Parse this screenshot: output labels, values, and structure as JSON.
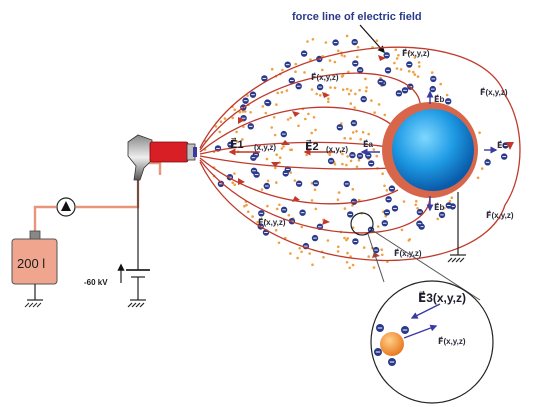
{
  "diagram": {
    "title": "force line of electric field",
    "labels": {
      "E1": "E⃗1",
      "E1_sub": "(x,y,z)",
      "E2": "E⃗2",
      "E2_sub": "(x,y,z)",
      "E3": "E⃗3(x,y,z)",
      "Ea": "E⃗a",
      "Eb_top": "E⃗b",
      "Eb_bottom": "E⃗b",
      "Ec": "E⃗c",
      "F_top_right": "F⃗(x,y,z)",
      "F_top": "F⃗(x,y,z)",
      "F_right": "F⃗(x,y,z)",
      "F_lower_right": "F⃗(x,y,z)",
      "F_bottom": "F⃗(x,y,z)",
      "F_left": "F⃗(x,y,z)",
      "F_zoom": "F⃗(x,y,z)"
    },
    "tank_label": "200 l",
    "voltage_label": "-60 kV",
    "colors": {
      "field_line": "#c0392b",
      "hose": "#e8957a",
      "tank": "#f0a58f",
      "sphere": "#1e8fd8",
      "sphere_rim": "#d8664a",
      "particle": "#f0a040",
      "electron": "#2a3a8a",
      "gun_nozzle": "#d81f26"
    }
  }
}
